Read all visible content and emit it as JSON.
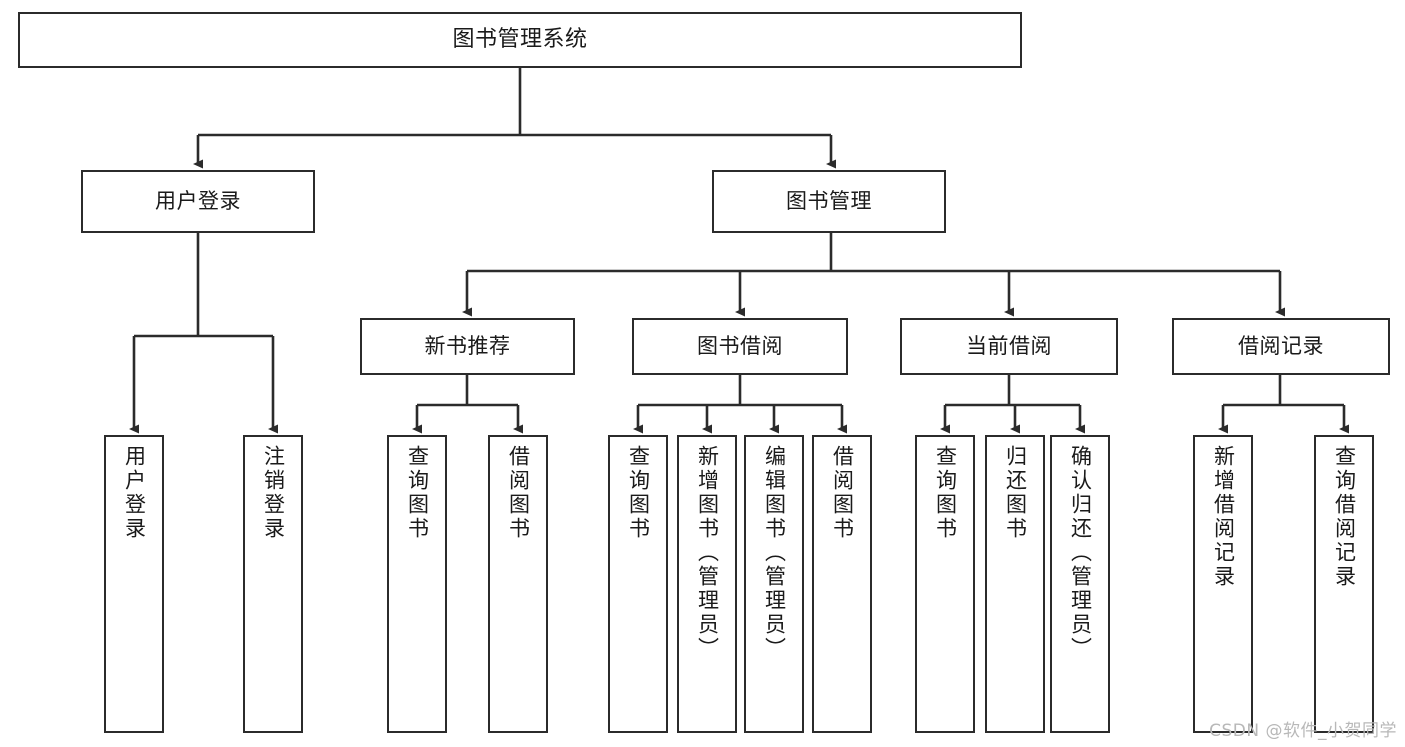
{
  "diagram": {
    "type": "tree",
    "title": "图书管理系统",
    "watermark": "CSDN @软件_小贺同学",
    "colors": {
      "stroke": "#2b2b2b",
      "fill": "#ffffff",
      "text": "#1a1a1a",
      "watermark": "#b8b8b8"
    },
    "root": {
      "label": "图书管理系统"
    },
    "level2": [
      {
        "label": "用户登录"
      },
      {
        "label": "图书管理"
      }
    ],
    "level3": [
      {
        "label": "新书推荐"
      },
      {
        "label": "图书借阅"
      },
      {
        "label": "当前借阅"
      },
      {
        "label": "借阅记录"
      }
    ],
    "leaves": {
      "user_login": [
        {
          "label": "用户登录"
        },
        {
          "label": "注销登录"
        }
      ],
      "new_book_recommend": [
        {
          "label": "查询图书"
        },
        {
          "label": "借阅图书"
        }
      ],
      "book_borrow": [
        {
          "label": "查询图书"
        },
        {
          "label": "新增图书（管理员）"
        },
        {
          "label": "编辑图书（管理员）"
        },
        {
          "label": "借阅图书"
        }
      ],
      "current_borrow": [
        {
          "label": "查询图书"
        },
        {
          "label": "归还图书"
        },
        {
          "label": "确认归还（管理员）"
        }
      ],
      "borrow_record": [
        {
          "label": "新增借阅记录"
        },
        {
          "label": "查询借阅记录"
        }
      ]
    }
  }
}
